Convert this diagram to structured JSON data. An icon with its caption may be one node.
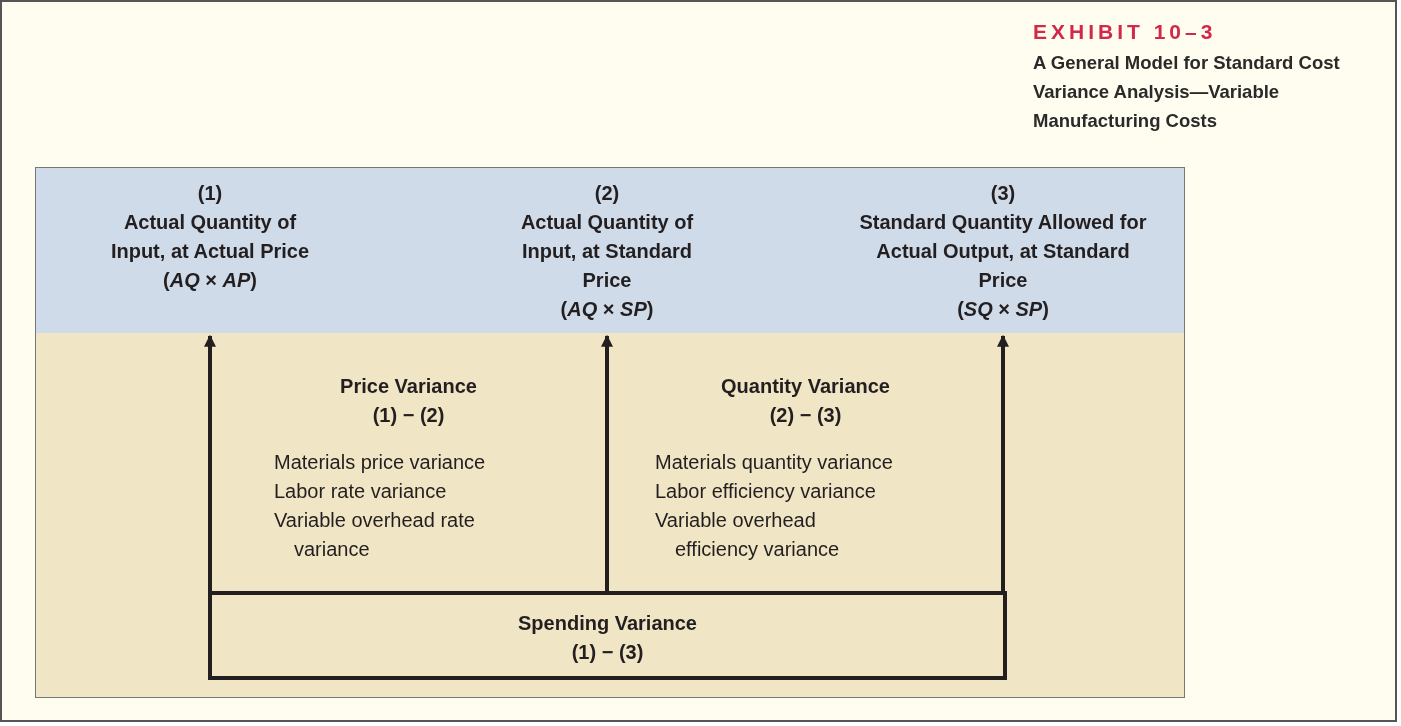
{
  "diagram": {
    "title": "A General Model for Standard Cost Variance Analysis—Variable Manufacturing Costs",
    "nodes": [
      {
        "text": [
          "(1)",
          "Actual Quantity of Input, at Actual Price",
          "(*AQ* × *AP*)"
        ]
      },
      {
        "text": [
          "(2)",
          "Actual Quantity of Input, at Standard Price",
          "(*AQ* × *SP*)"
        ]
      },
      {
        "text": [
          "(3)",
          "Standard Quantity Allowed for Actual Output, at Standard Price",
          "(*SQ* × *SP*)"
        ]
      },
      {
        "text": [
          "Price Variance",
          "(1) − (2)",
          "Materials price variance",
          "Labor rate variance",
          "Variable overhead rate variance"
        ]
      },
      {
        "text": [
          "Quantity Variance",
          "(2) − (3)",
          "Materials quantity variance",
          "Labor efficiency variance",
          "Variable overhead efficiency variance"
        ]
      },
      {
        "text": [
          "Spending Variance",
          "(1) − (3)"
        ]
      }
    ],
    "edges": [
      {
        "from": 5,
        "to": 0,
        "arrow": "to"
      },
      {
        "from": 5,
        "to": 1,
        "arrow": "to"
      },
      {
        "from": 5,
        "to": 2,
        "arrow": "to"
      }
    ],
    "labels": [
      "EXHIBIT 10–3"
    ]
  }
}
